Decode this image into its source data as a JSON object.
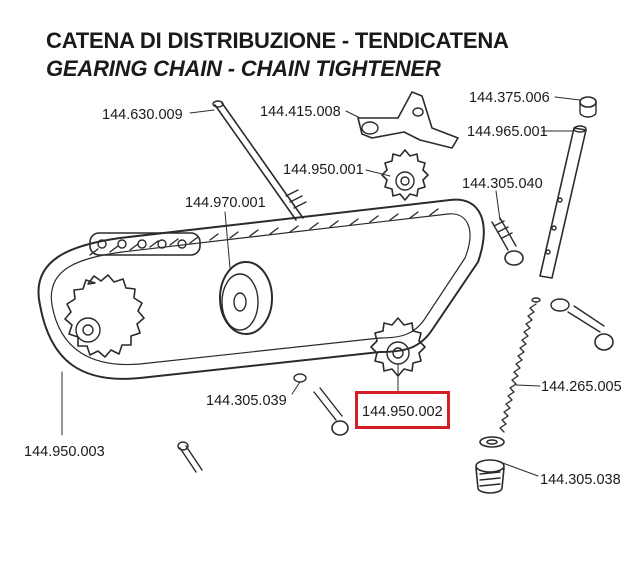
{
  "header": {
    "title_it": "CATENA DI DISTRIBUZIONE - TENDICATENA",
    "title_en": "GEARING CHAIN - CHAIN TIGHTENER"
  },
  "parts": [
    {
      "code": "144.630.009"
    },
    {
      "code": "144.415.008"
    },
    {
      "code": "144.375.006"
    },
    {
      "code": "144.965.001"
    },
    {
      "code": "144.950.001"
    },
    {
      "code": "144.970.001"
    },
    {
      "code": "144.305.040"
    },
    {
      "code": "144.305.039"
    },
    {
      "code": "144.950.002"
    },
    {
      "code": "144.265.005"
    },
    {
      "code": "144.950.003"
    },
    {
      "code": "144.305.038"
    }
  ],
  "highlight": {
    "part": "144.950.002",
    "color": "#d32027"
  },
  "colors": {
    "ink": "#1a1a1a",
    "outline": "#2b2b2b",
    "accent": "#d32027"
  }
}
